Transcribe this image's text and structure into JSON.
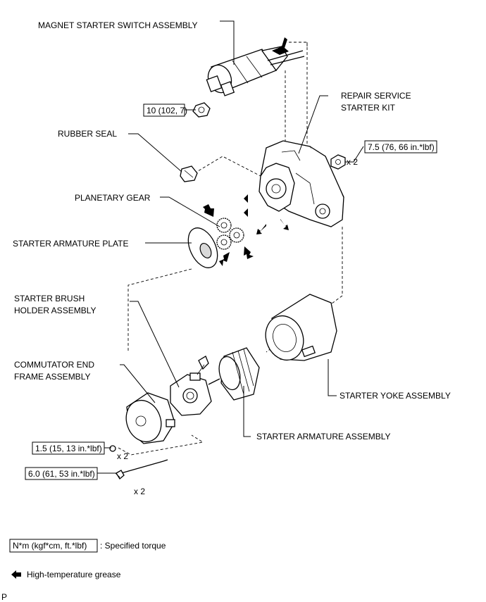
{
  "labels": {
    "magnet_starter_switch": "MAGNET STARTER SWITCH ASSEMBLY",
    "repair_service_kit_line1": "REPAIR SERVICE",
    "repair_service_kit_line2": "STARTER KIT",
    "rubber_seal": "RUBBER SEAL",
    "planetary_gear": "PLANETARY GEAR",
    "starter_armature_plate": "STARTER ARMATURE PLATE",
    "brush_holder_line1": "STARTER BRUSH",
    "brush_holder_line2": "HOLDER ASSEMBLY",
    "commutator_line1": "COMMUTATOR END",
    "commutator_line2": "FRAME ASSEMBLY",
    "starter_yoke": "STARTER YOKE ASSEMBLY",
    "starter_armature": "STARTER ARMATURE ASSEMBLY"
  },
  "torques": {
    "switch_nut": "10 (102, 7)",
    "kit_nut": "7.5 (76, 66 in.*lbf)",
    "kit_nut_qty": "x 2",
    "end_frame_screw": "1.5 (15, 13 in.*lbf)",
    "end_frame_screw_qty": "x 2",
    "through_bolt": "6.0 (61, 53 in.*lbf)",
    "through_bolt_qty": "x 2"
  },
  "legend": {
    "torque_unit": "N*m (kgf*cm, ft.*lbf)",
    "torque_desc": ": Specified torque",
    "grease": "High-temperature grease"
  },
  "footer_mark": "P"
}
